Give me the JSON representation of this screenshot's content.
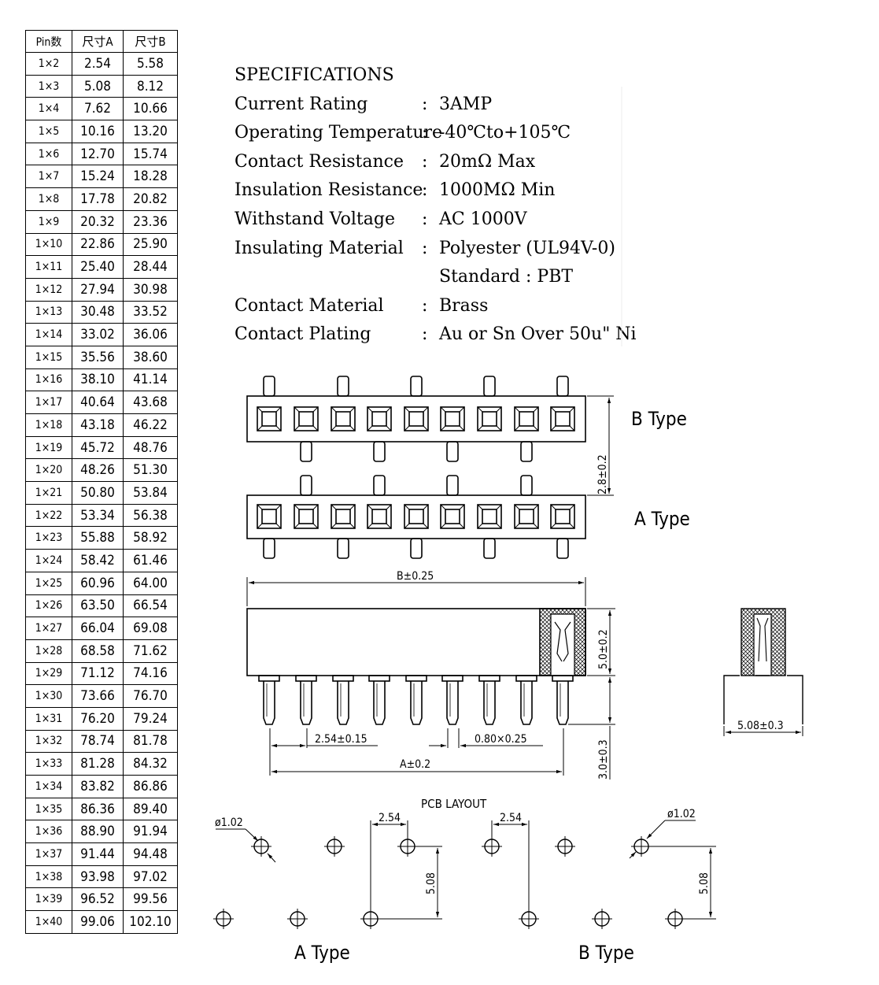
{
  "table": {
    "headers": [
      "Pin数",
      "尺寸A",
      "尺寸B"
    ],
    "rows": [
      [
        "1×2",
        "2.54",
        "5.58"
      ],
      [
        "1×3",
        "5.08",
        "8.12"
      ],
      [
        "1×4",
        "7.62",
        "10.66"
      ],
      [
        "1×5",
        "10.16",
        "13.20"
      ],
      [
        "1×6",
        "12.70",
        "15.74"
      ],
      [
        "1×7",
        "15.24",
        "18.28"
      ],
      [
        "1×8",
        "17.78",
        "20.82"
      ],
      [
        "1×9",
        "20.32",
        "23.36"
      ],
      [
        "1×10",
        "22.86",
        "25.90"
      ],
      [
        "1×11",
        "25.40",
        "28.44"
      ],
      [
        "1×12",
        "27.94",
        "30.98"
      ],
      [
        "1×13",
        "30.48",
        "33.52"
      ],
      [
        "1×14",
        "33.02",
        "36.06"
      ],
      [
        "1×15",
        "35.56",
        "38.60"
      ],
      [
        "1×16",
        "38.10",
        "41.14"
      ],
      [
        "1×17",
        "40.64",
        "43.68"
      ],
      [
        "1×18",
        "43.18",
        "46.22"
      ],
      [
        "1×19",
        "45.72",
        "48.76"
      ],
      [
        "1×20",
        "48.26",
        "51.30"
      ],
      [
        "1×21",
        "50.80",
        "53.84"
      ],
      [
        "1×22",
        "53.34",
        "56.38"
      ],
      [
        "1×23",
        "55.88",
        "58.92"
      ],
      [
        "1×24",
        "58.42",
        "61.46"
      ],
      [
        "1×25",
        "60.96",
        "64.00"
      ],
      [
        "1×26",
        "63.50",
        "66.54"
      ],
      [
        "1×27",
        "66.04",
        "69.08"
      ],
      [
        "1×28",
        "68.58",
        "71.62"
      ],
      [
        "1×29",
        "71.12",
        "74.16"
      ],
      [
        "1×30",
        "73.66",
        "76.70"
      ],
      [
        "1×31",
        "76.20",
        "79.24"
      ],
      [
        "1×32",
        "78.74",
        "81.78"
      ],
      [
        "1×33",
        "81.28",
        "84.32"
      ],
      [
        "1×34",
        "83.82",
        "86.86"
      ],
      [
        "1×35",
        "86.36",
        "89.40"
      ],
      [
        "1×36",
        "88.90",
        "91.94"
      ],
      [
        "1×37",
        "91.44",
        "94.48"
      ],
      [
        "1×38",
        "93.98",
        "97.02"
      ],
      [
        "1×39",
        "96.52",
        "99.56"
      ],
      [
        "1×40",
        "99.06",
        "102.10"
      ]
    ]
  },
  "specs": {
    "title": "SPECIFICATIONS",
    "items": [
      {
        "label": "Current Rating",
        "value": "3AMP"
      },
      {
        "label": "Operating Temperature",
        "value": "-40℃to+105℃"
      },
      {
        "label": "Contact Resistance",
        "value": "20mΩ Max"
      },
      {
        "label": "Insulation Resistance",
        "value": "1000MΩ Min"
      },
      {
        "label": "Withstand Voltage",
        "value": "AC 1000V"
      },
      {
        "label": "Insulating Material",
        "value": "Polyester (UL94V-0)"
      },
      {
        "label": "",
        "value": "Standard : PBT"
      },
      {
        "label": "Contact Material",
        "value": "Brass"
      },
      {
        "label": "Contact Plating",
        "value": "Au or Sn Over 50u\" Ni"
      }
    ]
  },
  "drawing": {
    "b_type_label": "B Type",
    "a_type_label": "A Type",
    "dim_height_offset": "2.8±0.2",
    "dim_b": "B±0.25",
    "dim_body_height": "5.0±0.2",
    "dim_pitch": "2.54±0.15",
    "dim_pin_size": "0.80×0.25",
    "dim_a": "A±0.2",
    "dim_pin_length": "3.0±0.3",
    "dim_side_width": "5.08±0.3"
  },
  "pcb": {
    "title": "PCB LAYOUT",
    "hole_dia_left": "ø1.02",
    "hole_dia_right": "ø1.02",
    "pitch_left": "2.54",
    "pitch_right": "2.54",
    "row_spacing_left": "5.08",
    "row_spacing_right": "5.08",
    "a_type_label": "A Type",
    "b_type_label": "B Type"
  }
}
